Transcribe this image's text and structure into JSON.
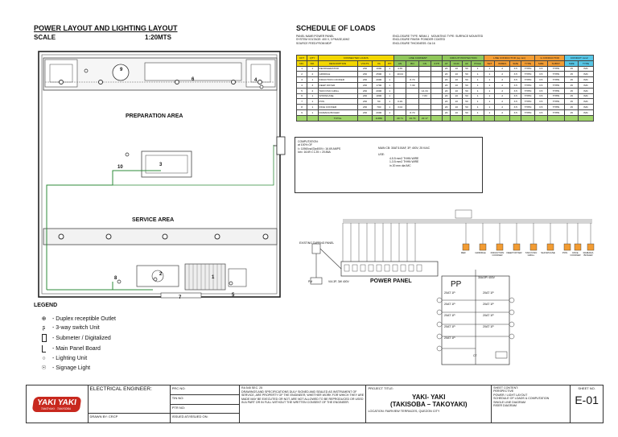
{
  "layout": {
    "title": "POWER LAYOUT AND LIGHTING LAYOUT",
    "scale_label": "SCALE",
    "scale_value": "1:20MTS",
    "area_preparation": "PREPARATION AREA",
    "area_service": "SERVICE AREA",
    "markers": [
      "1",
      "2",
      "3",
      "4",
      "5",
      "6",
      "7",
      "8",
      "9",
      "10"
    ]
  },
  "legend": {
    "title": "LEGEND",
    "items": [
      {
        "icon": "duplex-outlet-icon",
        "label": "- Duplex receptible Outlet"
      },
      {
        "icon": "three-way-switch-icon",
        "label": "- 3-way switch Unit"
      },
      {
        "icon": "submeter-icon",
        "label": "- Submeter / Digitalized"
      },
      {
        "icon": "main-panel-icon",
        "label": "- Main Panel Board"
      },
      {
        "icon": "lighting-unit-icon",
        "label": "- Lighting Unit"
      },
      {
        "icon": "signage-light-icon",
        "label": "- Signage Light"
      }
    ]
  },
  "schedule": {
    "title": "SCHEDULE OF LOADS",
    "info_left": [
      "PANEL NAME:POWER PANEL",
      "SYSTEM VOLTAGE: 400 V, 3 PHASE,60HZ",
      "SOURCE FEED:FROM MDP"
    ],
    "info_right": [
      "ENCLOSURE TYPE: NEMA 1",
      "MOUNTING TYPE: SURFACE MOUNTED",
      "ENCLOSURE FINISH: POWDER COATED",
      "ENCLOSURE THICKNESS: GA 16"
    ],
    "group_headers": [
      "CKT",
      "QTY",
      "CONNECTED LOADS",
      "LINE CURRENT",
      "CIRCUIT PROTECTION",
      "LINE CONDUCTOR (sq.mm)",
      "G CONDUCTOR",
      "CONDUIT mm2"
    ],
    "sub_headers": [
      "NO.",
      "NO.",
      "DESCRIPTION",
      "VOLTS",
      "VA",
      "PH",
      "AN",
      "BN",
      "CN",
      "3 PH",
      "AT",
      "KAIC",
      "AF",
      "POLE",
      "SET",
      "WIRES",
      "SIZE",
      "TYPE",
      "SIZE",
      "SUBST.",
      "SIZE",
      "TYPE"
    ],
    "rows": [
      [
        "1",
        "1",
        "REFRIGERATOR",
        "230",
        "1000",
        "1",
        "4.35",
        "",
        "",
        "",
        "20",
        "10",
        "50",
        "1",
        "1",
        "2",
        "3.5",
        "THHN",
        "3.5",
        "THHN",
        "15",
        "IMC"
      ],
      [
        "2",
        "2",
        "GRIDDLE",
        "230",
        "2500",
        "1",
        "10.04",
        "",
        "",
        "",
        "20",
        "10",
        "50",
        "1",
        "1",
        "2",
        "3.5",
        "THHN",
        "3.5",
        "THHN",
        "15",
        "IMC"
      ],
      [
        "3",
        "1",
        "INDUCTION COOKER",
        "230",
        "2000",
        "1",
        "",
        "8.70",
        "",
        "",
        "20",
        "10",
        "50",
        "1",
        "1",
        "2",
        "3.5",
        "THHN",
        "3.5",
        "THHN",
        "15",
        "IMC"
      ],
      [
        "4",
        "3",
        "DEEP FRYER",
        "230",
        "1700",
        "1",
        "",
        "7.39",
        "",
        "",
        "20",
        "10",
        "50",
        "1",
        "1",
        "2",
        "3.5",
        "THHN",
        "3.5",
        "THHN",
        "15",
        "IMC"
      ],
      [
        "5",
        "2",
        "TAKOYAKI GRILL",
        "230",
        "2000",
        "1",
        "",
        "",
        "14.34",
        "",
        "20",
        "10",
        "50",
        "1",
        "1",
        "2",
        "3.5",
        "THHN",
        "3.5",
        "THHN",
        "15",
        "IMC"
      ],
      [
        "6",
        "1",
        "SHOWCASE",
        "230",
        "1800",
        "1",
        "",
        "",
        "7.83",
        "",
        "20",
        "10",
        "50",
        "1",
        "1",
        "2",
        "3.5",
        "THHN",
        "3.5",
        "THHN",
        "15",
        "IMC"
      ],
      [
        "7",
        "1",
        "POS",
        "230",
        "50",
        "1",
        "0.29",
        "",
        "",
        "",
        "20",
        "10",
        "50",
        "1",
        "1",
        "2",
        "3.5",
        "THHN",
        "3.5",
        "THHN",
        "15",
        "IMC"
      ],
      [
        "8",
        "1",
        "RICE COOKER",
        "230",
        "700",
        "1",
        "3.04",
        "",
        "",
        "",
        "20",
        "10",
        "50",
        "1",
        "1",
        "2",
        "3.5",
        "THHN",
        "3.5",
        "THHN",
        "15",
        "IMC"
      ],
      [
        "9",
        "1",
        "RAMADA BOILER",
        "230",
        "2000",
        "1",
        "",
        "8.70",
        "",
        "",
        "20",
        "10",
        "50",
        "1",
        "1",
        "2",
        "3.5",
        "THHN",
        "3.5",
        "THHN",
        "15",
        "IMC"
      ]
    ],
    "total_label": "TOTAL",
    "total_va": "11960",
    "total_an": "20.71",
    "total_bn": "24.79",
    "total_cn": "22.17",
    "computation": [
      "COMPUTATION:",
      "at 100% OF",
      "I= 11960va/(3)x400V= 16.69 AMPS",
      "Icb= 16.69 x 1.25 = 20.86A"
    ],
    "computation_right": [
      "MAIN CB: 30AT/100AF, 3P, 400V, 25 KAIC",
      "USE:",
      "4-5.5 mm2 THHN WIRE",
      "1-3.5 mm2 THHN WIRE",
      "in 20 mm dia IMC"
    ]
  },
  "riser": {
    "panel_title": "POWER PANEL",
    "pp_label": "PP",
    "pp_main": "30A/3P/ 400V",
    "breaker_label": "20AT 1P",
    "ct_label": "CT",
    "source_label": "VIA 3P, 3W 400V",
    "existing_label": "EXISTING TAPPING PANEL",
    "meter_label": "PM",
    "loads": [
      "REF",
      "GRIDDLE",
      "INDUCTION COOKER",
      "DEEP FRYER",
      "TAKOYAKI GRILL",
      "SHOWCASE",
      "POS",
      "RICE COOKER",
      "RAMADA BOILER"
    ]
  },
  "titleblock": {
    "logo_text": "YAKI YAKI",
    "logo_sub": "TAKOYAKI · TAKISOBA",
    "engineer_label": "ELECTRICAL ENGINEER:",
    "drawn_by": "DRAWN BY: CRCP",
    "prc": "PRC NO:",
    "tin": "TIN NO:",
    "ptr": "PTR NO:",
    "issued": "ISSUED AT/ISSUED ON:",
    "ra": "RA 545 SEC. 25",
    "disclaimer": "DRAWINGS AND SPECIFICATIONS DULY SIGNED AND SEALED AS INSTRUMENT OF SERVICE, ARE PROPERTY OF THE ENGINEER, WHETHER WORK FOR WHICH THEY ARE MADE MAY BE EXECUTED OR NOT, ARE NOT ALLOWED TO BE REPRODUCED OR USED IN A PART OR IN FULL WITHOUT THE WRITTEN CONSENT OF THE ENGINEER.",
    "project_label": "PROJECT TITLE:",
    "project_title_1": "YAKI- YAKI",
    "project_title_2": "(TAKISOBA – TAKOYAKI)",
    "location": "LOCATION: FAIRVIEW TERRACES, QUEZON CITY",
    "sheet_content_label": "SHEET CONTENT:",
    "sheet_content": [
      "PERSPECTIVE",
      "POWER / LIGHT LAYOUT",
      "SCHEDULE OF LOADS & COMPUTATION",
      "SINGLE LINE DIAGRAM",
      "RISER DIAGRAM"
    ],
    "sheet_no_label": "SHEET NO.",
    "sheet_no": "E-01"
  },
  "colors": {
    "yellow": "#f2d600",
    "green": "#8fc65a",
    "orange": "#f29c33",
    "cyan": "#57c6e6",
    "wire_green": "#2e8b3a",
    "logo_red": "#c8281e"
  }
}
